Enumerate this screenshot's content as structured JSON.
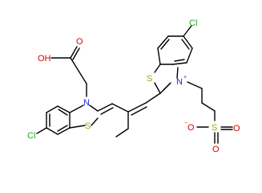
{
  "molecule": {
    "atoms": {
      "oh": "OH",
      "o_acid": "O",
      "n_left": "N",
      "s_left": "S",
      "cl_left": "Cl",
      "cl_right": "Cl",
      "s_right": "S",
      "n_right": "N",
      "n_right_charge": "+",
      "o_minus": "O",
      "o_minus_charge": "−",
      "s_sulfonate": "S",
      "o_sulf_top": "O",
      "o_sulf_bottom": "O"
    },
    "colors": {
      "carbon": "#000000",
      "oxygen": "#dd0000",
      "nitrogen": "#2222dd",
      "sulfur": "#b8a000",
      "chlorine": "#22aa22"
    }
  }
}
